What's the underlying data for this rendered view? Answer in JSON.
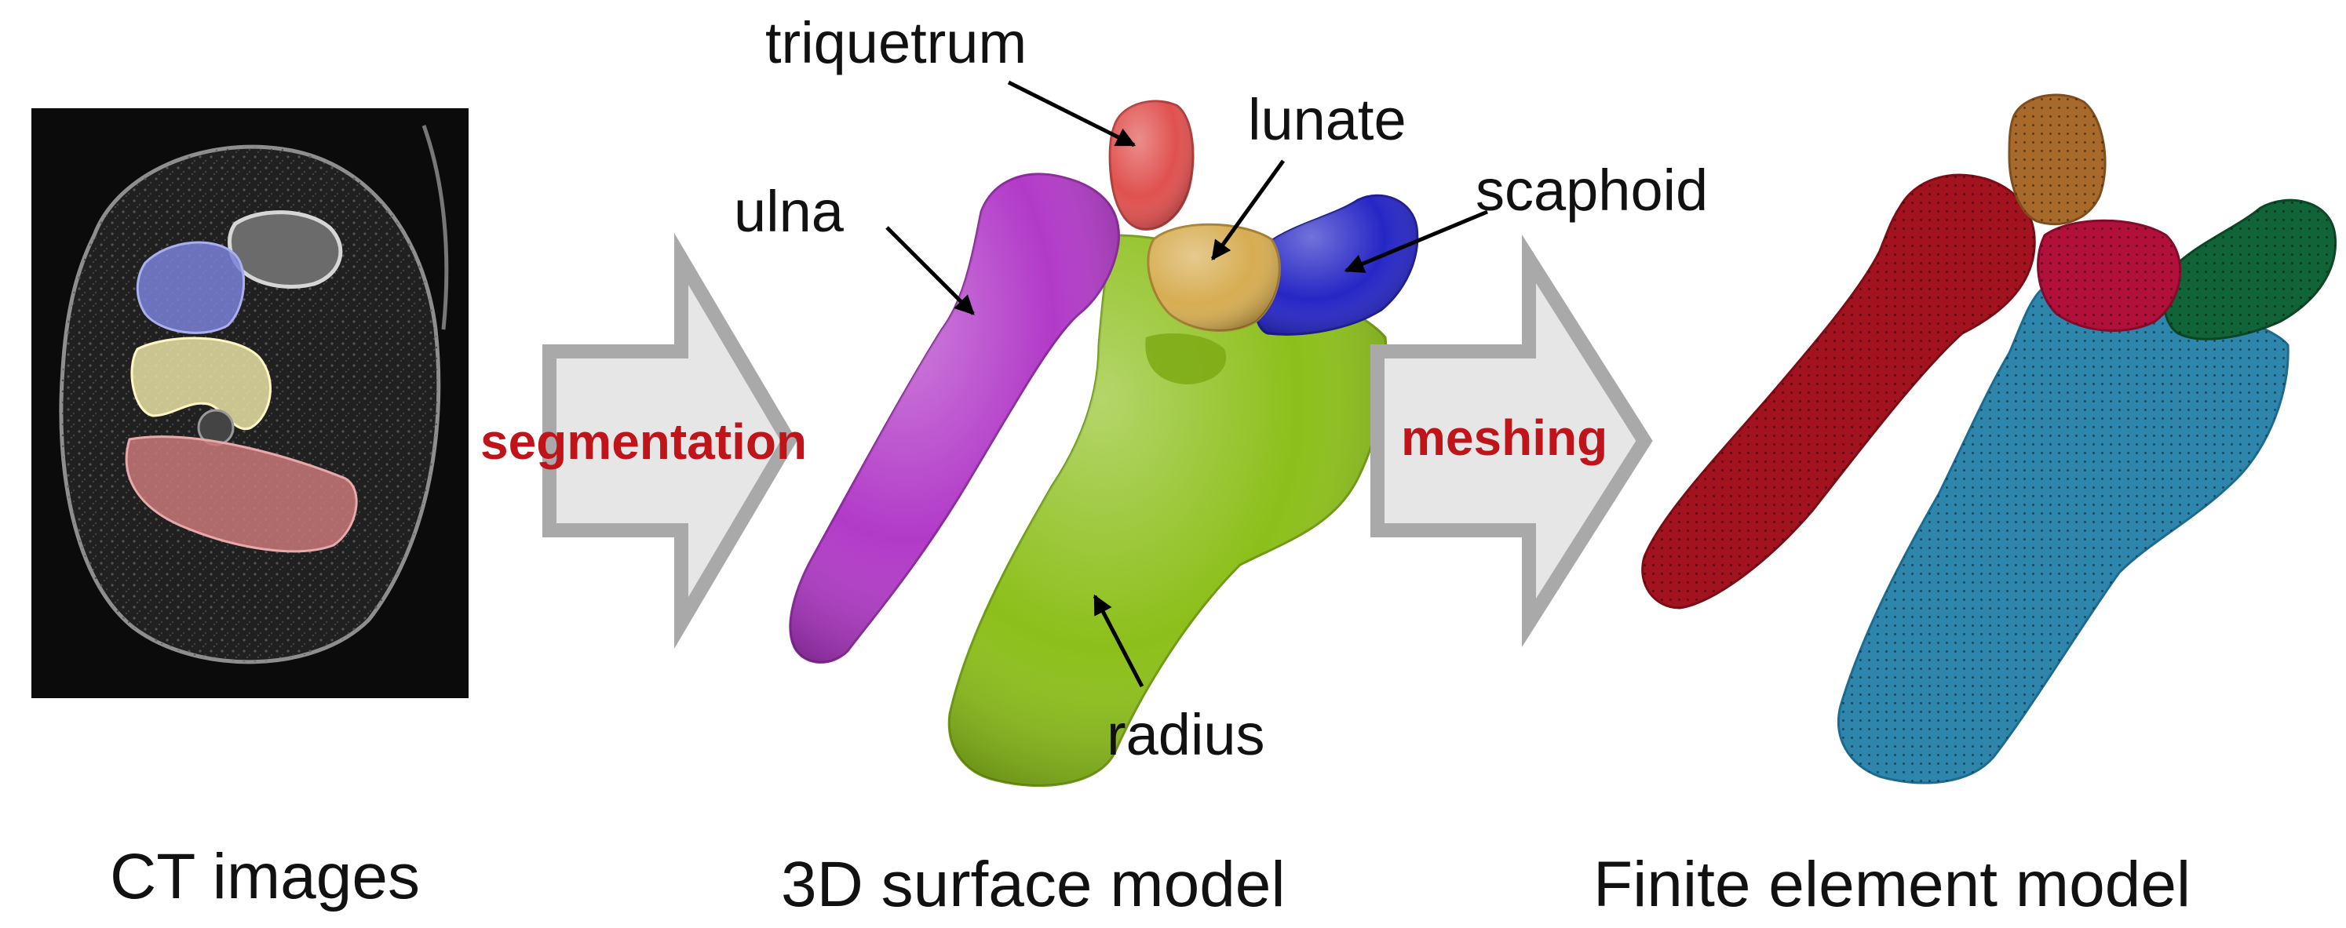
{
  "panels": {
    "ct": {
      "caption": "CT images"
    },
    "surface": {
      "caption": "3D surface model"
    },
    "fe": {
      "caption": "Finite element model"
    }
  },
  "steps": {
    "segmentation": "segmentation",
    "meshing": "meshing"
  },
  "bones": {
    "triquetrum": "triquetrum",
    "lunate": "lunate",
    "scaphoid": "scaphoid",
    "ulna": "ulna",
    "radius": "radius"
  },
  "colors": {
    "step_text": "#c0141b",
    "arrow_fill": "#e6e6e6",
    "arrow_stroke": "#a9a9a9",
    "surface_ulna": "#b23ac8",
    "surface_radius": "#8cbf1a",
    "surface_triquetrum": "#e0514f",
    "surface_lunate": "#d7ad52",
    "surface_scaphoid": "#2626c6",
    "fe_ulna": "#a3131f",
    "fe_radius": "#2f86ac",
    "fe_triquetrum": "#a86a2a",
    "fe_lunate": "#b0103a",
    "fe_scaphoid": "#116338",
    "ct_overlay_blue": "#7a82d8",
    "ct_overlay_yellow": "#e9e3a4",
    "ct_overlay_red": "#c9787a"
  }
}
